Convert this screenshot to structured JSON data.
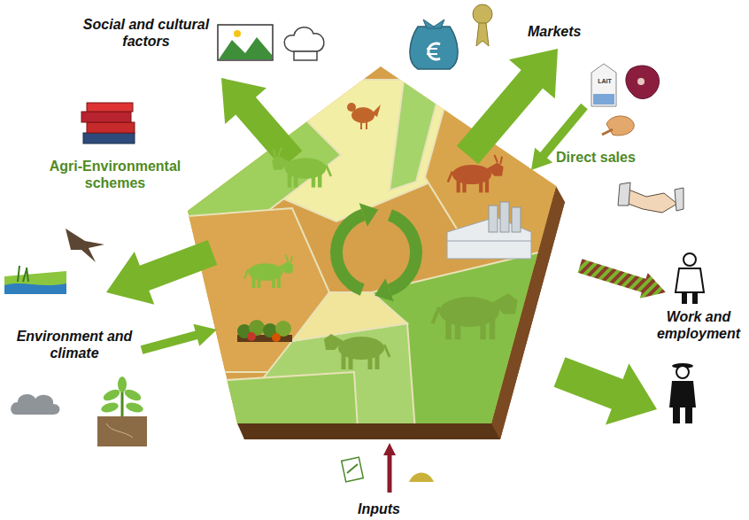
{
  "diagram": {
    "labels": [
      "Social and cultural factors",
      "Markets",
      "LAIT",
      "Direct sales",
      "Agri-Environmental schemes",
      "Work and employment",
      "Environment and climate",
      "Inputs"
    ]
  }
}
